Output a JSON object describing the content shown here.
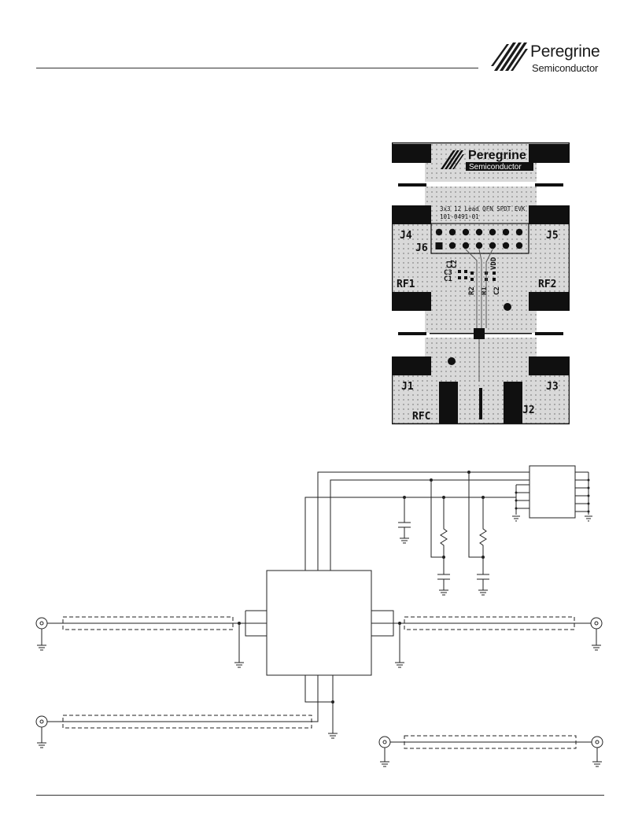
{
  "logo": {
    "company": "Peregrine",
    "subtitle": "Semiconductor"
  },
  "board": {
    "logo_company": "Peregrine",
    "logo_subtitle": "Semiconductor",
    "silk_line1": "3x3 12 Lead QFN SPDT EVK",
    "silk_line2": "101-0491-01",
    "connectors": {
      "j1": "J1",
      "j2": "J2",
      "j3": "J3",
      "j4": "J4",
      "j5": "J5",
      "j6": "J6",
      "rf1": "RF1",
      "rf2": "RF2",
      "rfc": "RFC"
    },
    "components": {
      "c1_top": "C1",
      "c2_top": "C2",
      "c3": "C3",
      "c1": "C1",
      "r2": "R2",
      "r1": "R1",
      "c2": "C2",
      "vdd": "VDD"
    }
  },
  "colors": {
    "board_fill": "#d9d9d9",
    "pad_fill": "#101010",
    "trace": "#ffffff"
  }
}
